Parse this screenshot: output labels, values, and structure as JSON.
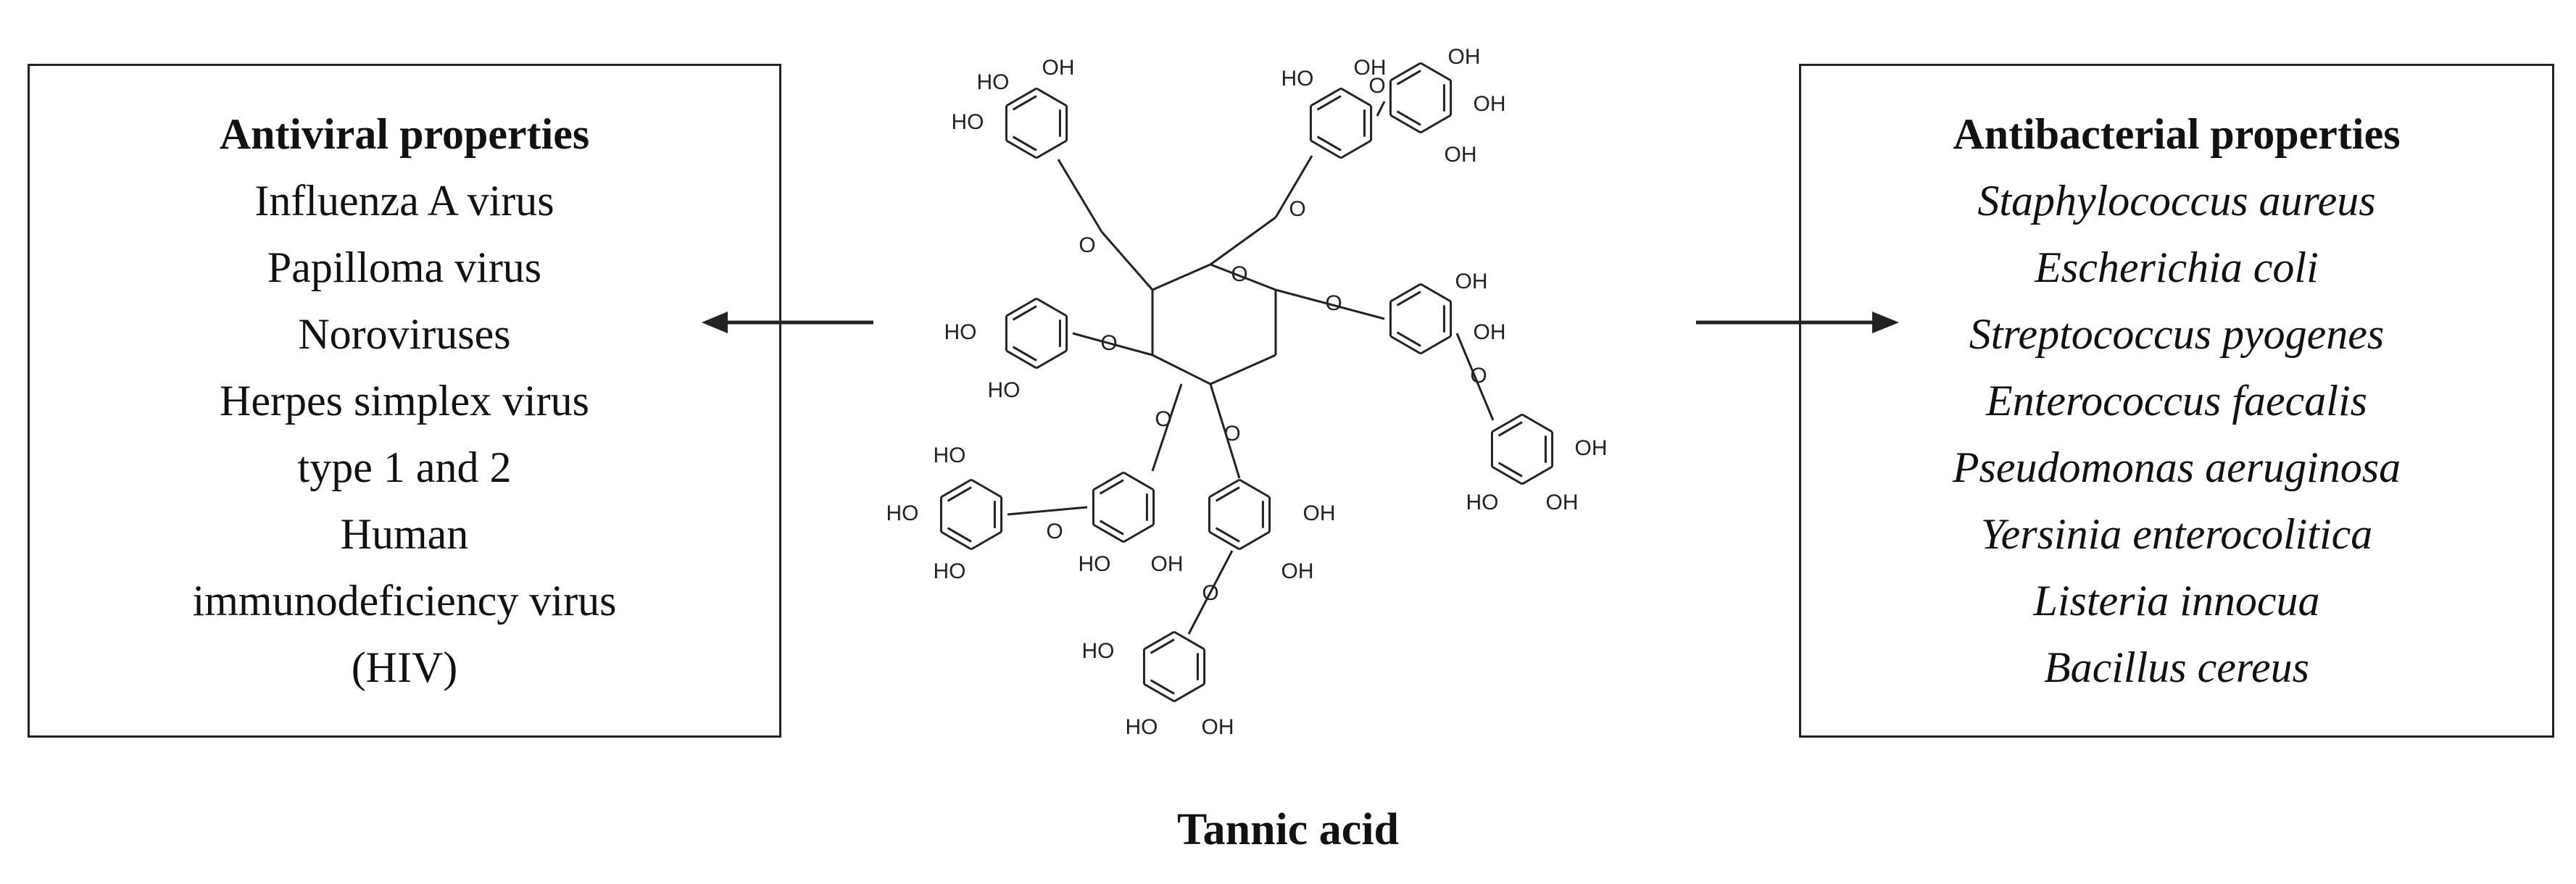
{
  "left_box": {
    "title": "Antiviral properties",
    "items": [
      "Influenza A virus",
      "Papilloma virus",
      "Noroviruses",
      "Herpes simplex virus",
      "type 1 and 2",
      "Human",
      "immunodeficiency virus",
      "(HIV)"
    ]
  },
  "right_box": {
    "title": "Antibacterial properties",
    "items": [
      "Staphylococcus aureus",
      "Escherichia coli",
      "Streptococcus pyogenes",
      "Enterococcus faecalis",
      "Pseudomonas aeruginosa",
      "Yersinia enterocolitica",
      "Listeria innocua",
      "Bacillus cereus"
    ]
  },
  "molecule": {
    "atom_labels": {
      "hydroxyl": "OH",
      "hydroxyl_left": "HO",
      "oxygen": "O"
    }
  },
  "caption": "Tannic acid",
  "colors": {
    "line": "#222222",
    "background": "#ffffff"
  }
}
